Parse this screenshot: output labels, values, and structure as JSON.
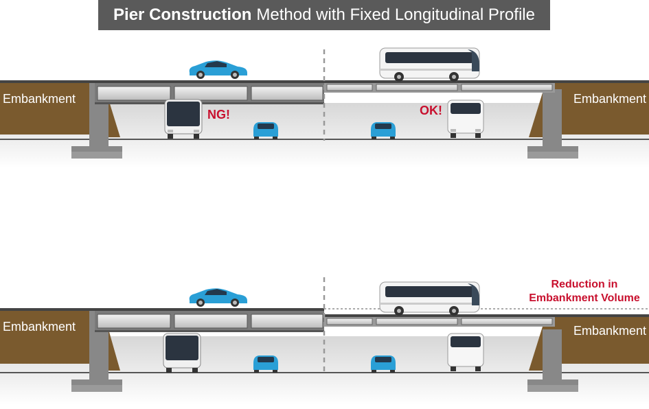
{
  "title": {
    "bold": "Pier Construction",
    "rest": "Method with Fixed Longitudinal Profile"
  },
  "top_section": {
    "left_embankment": "Embankment",
    "right_embankment": "Embankment",
    "ng_label": "NG!",
    "ok_label": "OK!"
  },
  "bottom_section": {
    "left_embankment": "Embankment",
    "right_embankment": "Embankment",
    "reduction_line1": "Reduction in",
    "reduction_line2": "Embankment Volume"
  },
  "colors": {
    "title_bg": "#5a5a5a",
    "embankment": "#7a5a2e",
    "accent_red": "#c8102e",
    "car_blue": "#2a9fd6",
    "deck": "#6b6b6b"
  }
}
